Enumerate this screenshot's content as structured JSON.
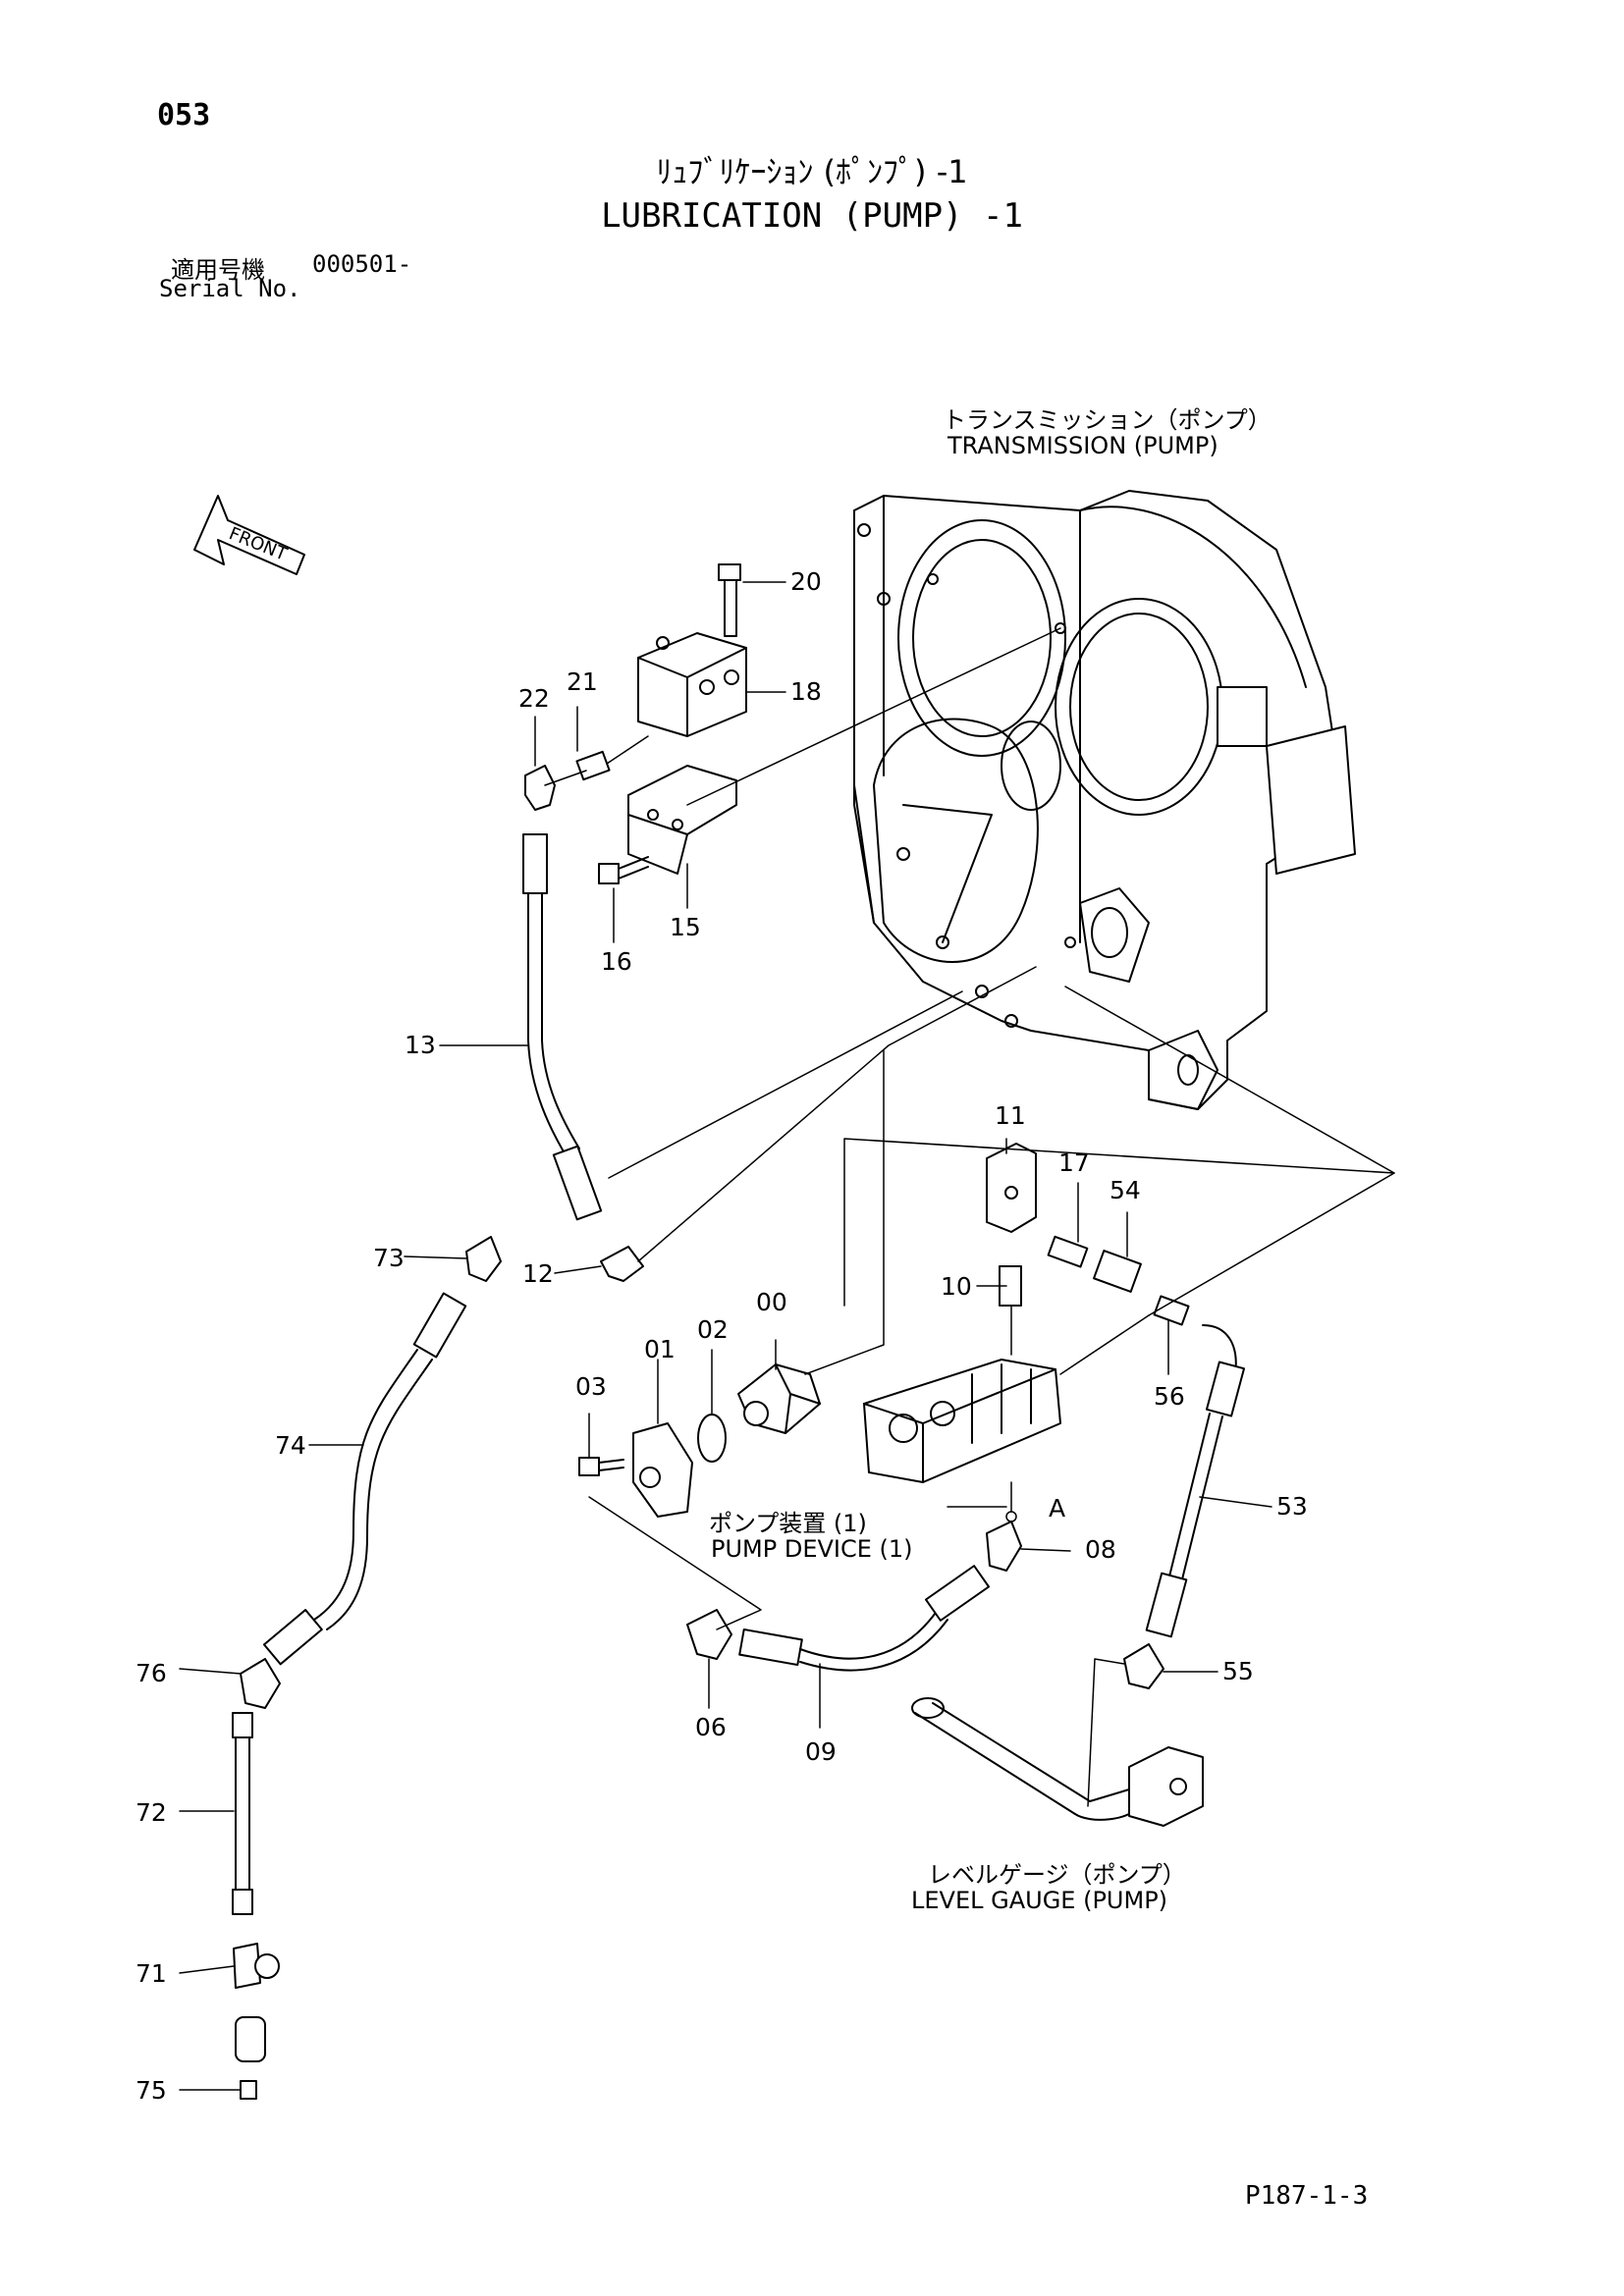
{
  "header": {
    "page_number": "053",
    "title_jp": "ﾘｭﾌﾞﾘｹｰｼｮﾝ (ﾎﾟﾝﾌﾟ) -1",
    "title_en": "LUBRICATION (PUMP) -1",
    "serial_label_jp": "適用号機",
    "serial_value": "000501-",
    "serial_label_en": "Serial No."
  },
  "captions": {
    "transmission_jp": "トランスミッション（ポンプ）",
    "transmission_en": "TRANSMISSION (PUMP)",
    "pump_device_jp": "ポンプ装置 (1)",
    "pump_device_en": "PUMP DEVICE (1)",
    "level_gauge_jp": "レベルゲージ（ポンプ）",
    "level_gauge_en": "LEVEL GAUGE (PUMP)",
    "front": "FRONT",
    "ref_a": "A"
  },
  "parts": [
    "00",
    "01",
    "02",
    "03",
    "06",
    "08",
    "09",
    "10",
    "11",
    "12",
    "13",
    "15",
    "16",
    "17",
    "18",
    "20",
    "21",
    "22",
    "53",
    "54",
    "55",
    "56",
    "71",
    "72",
    "73",
    "74",
    "75",
    "76"
  ],
  "footer": {
    "page_ref": "P187-1-3"
  },
  "colors": {
    "line": "#000000",
    "background": "#ffffff"
  }
}
